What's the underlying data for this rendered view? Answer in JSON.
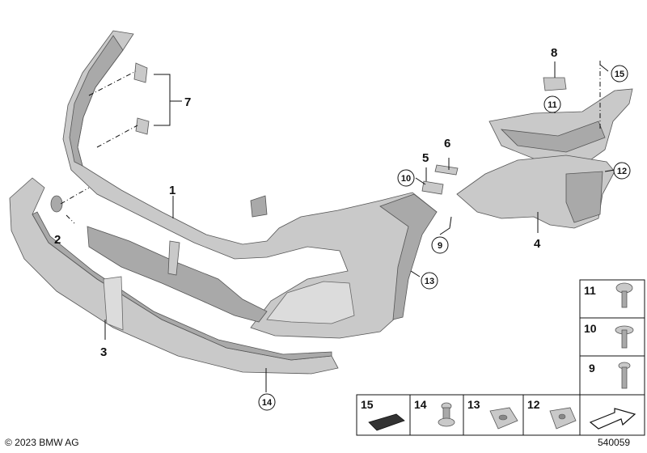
{
  "callouts": {
    "c1": "1",
    "c2": "2",
    "c3": "3",
    "c4": "4",
    "c5": "5",
    "c6": "6",
    "c7": "7",
    "c8": "8",
    "c9": "9",
    "c10": "10",
    "c11": "11",
    "c12": "12",
    "c13": "13",
    "c14": "14",
    "c15": "15"
  },
  "legend_right": [
    "11",
    "10",
    "9"
  ],
  "legend_bottom": [
    "15",
    "14",
    "13",
    "12"
  ],
  "copyright": "© 2023 BMW AG",
  "diagram_id": "540059",
  "colors": {
    "part_fill": "#c9c9c9",
    "part_shadow": "#a9a9a9",
    "outline": "#111111"
  }
}
